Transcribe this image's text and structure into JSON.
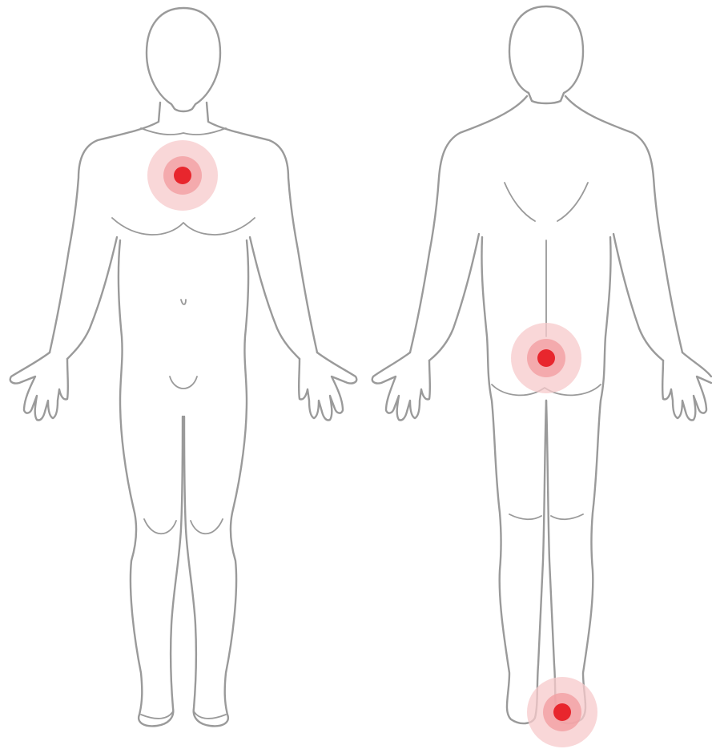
{
  "figures": [
    {
      "view": "front",
      "pain_points": [
        "chest"
      ]
    },
    {
      "view": "back",
      "pain_points": [
        "lower-back",
        "heel"
      ]
    }
  ],
  "colors": {
    "background": "#ffffff",
    "outline": "#9a9a9a",
    "pain_outer": "#f7c9cb",
    "pain_mid": "#f39fa2",
    "pain_core": "#e8262d"
  }
}
